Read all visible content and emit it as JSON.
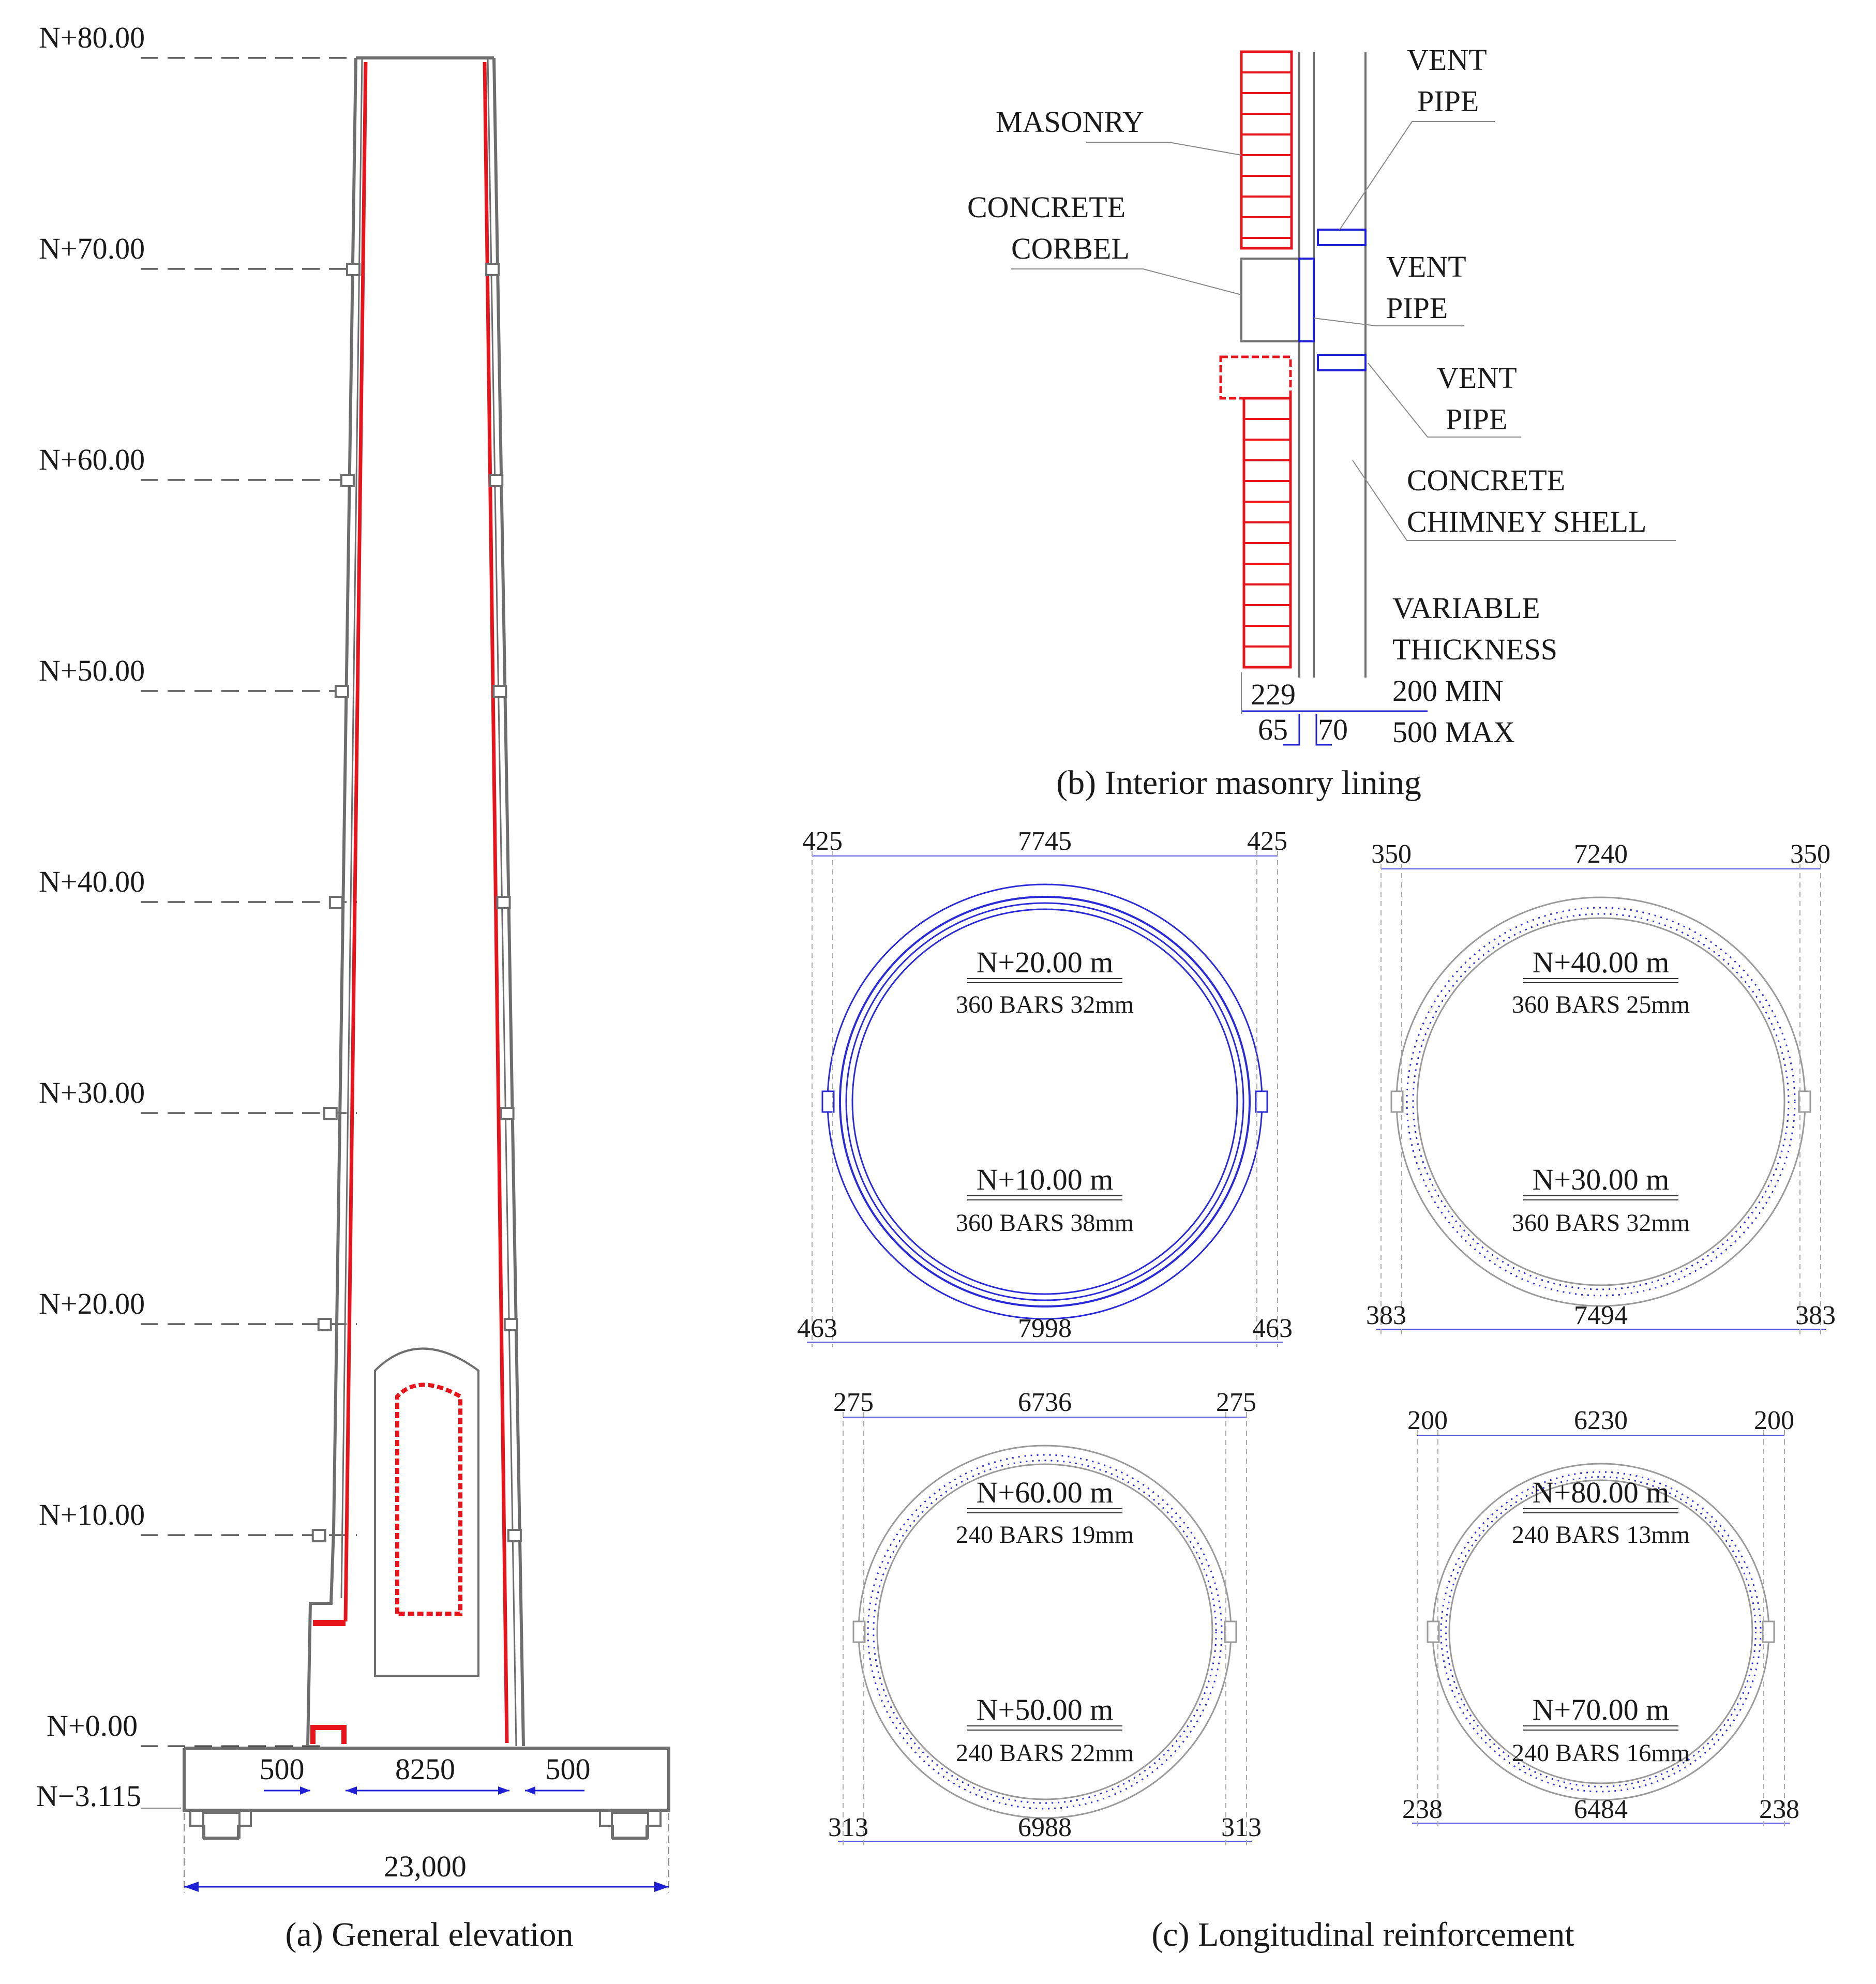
{
  "panel_a": {
    "caption": "(a) General elevation",
    "levels": [
      "N+80.00",
      "N+70.00",
      "N+60.00",
      "N+50.00",
      "N+40.00",
      "N+30.00",
      "N+20.00",
      "N+10.00",
      "N+0.00",
      "N−3.115"
    ],
    "dims": {
      "left": "500",
      "mid": "8250",
      "right": "500",
      "total": "23,000"
    }
  },
  "panel_b": {
    "caption": "(b) Interior masonry lining",
    "masonry": "MASONRY",
    "corbel_l1": "CONCRETE",
    "corbel_l2": "CORBEL",
    "vent1_l1": "VENT",
    "vent1_l2": "PIPE",
    "vent2_l1": "VENT",
    "vent2_l2": "PIPE",
    "vent3_l1": "VENT",
    "vent3_l2": "PIPE",
    "shell_l1": "CONCRETE",
    "shell_l2": "CHIMNEY SHELL",
    "thick_l1": "VARIABLE",
    "thick_l2": "THICKNESS",
    "thick_l3": "200 MIN",
    "thick_l4": "500 MAX",
    "dim_229": "229",
    "dim_65": "65",
    "dim_70": "70"
  },
  "panel_c": {
    "caption": "(c) Longitudinal reinforcement",
    "sections": [
      {
        "top_level": "N+20.00 m",
        "top_bars": "360 BARS 32mm",
        "bot_level": "N+10.00 m",
        "bot_bars": "360 BARS 38mm",
        "top_dims": [
          "425",
          "7745",
          "425"
        ],
        "bot_dims": [
          "463",
          "7998",
          "463"
        ]
      },
      {
        "top_level": "N+40.00 m",
        "top_bars": "360 BARS 25mm",
        "bot_level": "N+30.00 m",
        "bot_bars": "360 BARS 32mm",
        "top_dims": [
          "350",
          "7240",
          "350"
        ],
        "bot_dims": [
          "383",
          "7494",
          "383"
        ]
      },
      {
        "top_level": "N+60.00 m",
        "top_bars": "240 BARS 19mm",
        "bot_level": "N+50.00 m",
        "bot_bars": "240 BARS 22mm",
        "top_dims": [
          "275",
          "6736",
          "275"
        ],
        "bot_dims": [
          "313",
          "6988",
          "313"
        ]
      },
      {
        "top_level": "N+80.00 m",
        "top_bars": "240 BARS 13mm",
        "bot_level": "N+70.00 m",
        "bot_bars": "240 BARS 16mm",
        "top_dims": [
          "200",
          "6230",
          "200"
        ],
        "bot_dims": [
          "238",
          "6484",
          "238"
        ]
      }
    ]
  }
}
